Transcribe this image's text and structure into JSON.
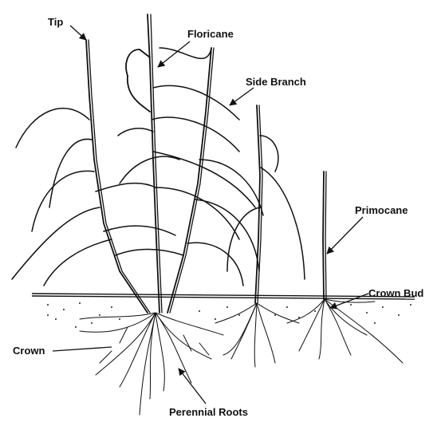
{
  "labels": {
    "tip": "Tip",
    "floricane": "Floricane",
    "side_branch": "Side Branch",
    "primocane": "Primocane",
    "crown_bud": "Crown Bud",
    "crown": "Crown",
    "perennial_roots": "Perennial Roots"
  }
}
